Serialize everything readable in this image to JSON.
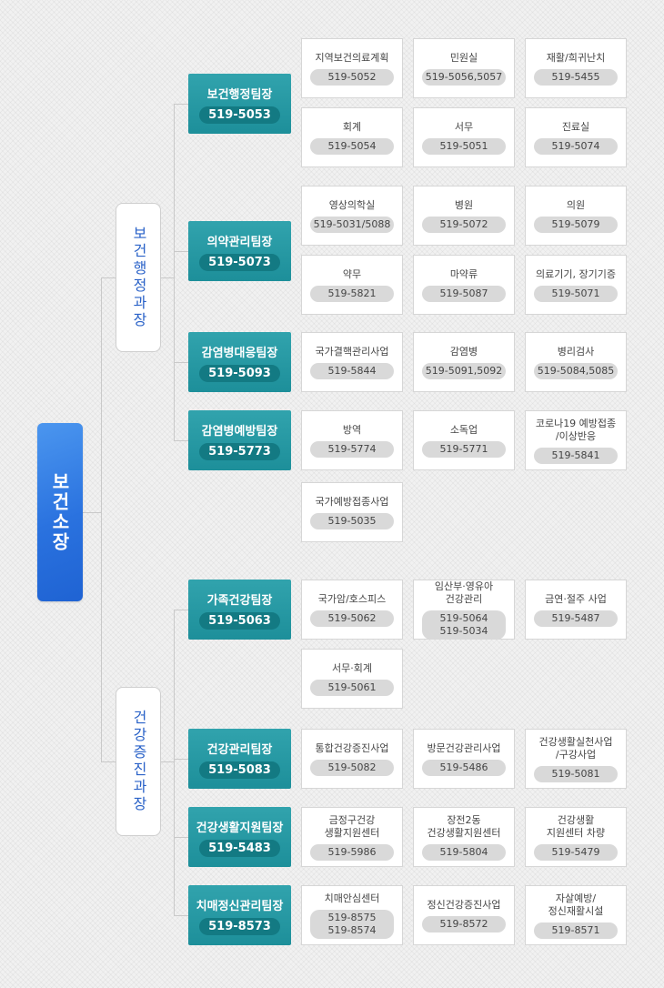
{
  "root": {
    "label": "보건소장"
  },
  "departments": [
    {
      "label": "보건행정과장",
      "teams": [
        {
          "name": "보건행정팀장",
          "phone": "519-5053",
          "items": [
            {
              "name": "지역보건의료계획",
              "phone": "519-5052"
            },
            {
              "name": "민원실",
              "phone": "519-5056,5057"
            },
            {
              "name": "재활/희귀난치",
              "phone": "519-5455"
            },
            {
              "name": "회계",
              "phone": "519-5054"
            },
            {
              "name": "서무",
              "phone": "519-5051"
            },
            {
              "name": "진료실",
              "phone": "519-5074"
            }
          ]
        },
        {
          "name": "의약관리팀장",
          "phone": "519-5073",
          "items": [
            {
              "name": "영상의학실",
              "phone": "519-5031/5088"
            },
            {
              "name": "병원",
              "phone": "519-5072"
            },
            {
              "name": "의원",
              "phone": "519-5079"
            },
            {
              "name": "약무",
              "phone": "519-5821"
            },
            {
              "name": "마약류",
              "phone": "519-5087"
            },
            {
              "name": "의료기기, 장기기증",
              "phone": "519-5071"
            }
          ]
        },
        {
          "name": "감염병대응팀장",
          "phone": "519-5093",
          "items": [
            {
              "name": "국가결핵관리사업",
              "phone": "519-5844"
            },
            {
              "name": "감염병",
              "phone": "519-5091,5092"
            },
            {
              "name": "병리검사",
              "phone": "519-5084,5085"
            }
          ]
        },
        {
          "name": "감염병예방팀장",
          "phone": "519-5773",
          "items": [
            {
              "name": "방역",
              "phone": "519-5774"
            },
            {
              "name": "소독업",
              "phone": "519-5771"
            },
            {
              "name": "코로나19 예방접종\n/이상반응",
              "phone": "519-5841"
            },
            {
              "name": "국가예방접종사업",
              "phone": "519-5035"
            }
          ]
        }
      ]
    },
    {
      "label": "건강증진과장",
      "teams": [
        {
          "name": "가족건강팀장",
          "phone": "519-5063",
          "items": [
            {
              "name": "국가암/호스피스",
              "phone": "519-5062"
            },
            {
              "name": "임산부·영유아\n건강관리",
              "phone": "519-5064\n519-5034"
            },
            {
              "name": "금연·절주 사업",
              "phone": "519-5487"
            },
            {
              "name": "서무·회계",
              "phone": "519-5061"
            }
          ]
        },
        {
          "name": "건강관리팀장",
          "phone": "519-5083",
          "items": [
            {
              "name": "통합건강증진사업",
              "phone": "519-5082"
            },
            {
              "name": "방문건강관리사업",
              "phone": "519-5486"
            },
            {
              "name": "건강생활실천사업\n/구강사업",
              "phone": "519-5081"
            }
          ]
        },
        {
          "name": "건강생활지원팀장",
          "phone": "519-5483",
          "items": [
            {
              "name": "금정구건강\n생활지원센터",
              "phone": "519-5986"
            },
            {
              "name": "장전2동\n건강생활지원센터",
              "phone": "519-5804"
            },
            {
              "name": "건강생활\n지원센터 차량",
              "phone": "519-5479"
            }
          ]
        },
        {
          "name": "치매정신관리팀장",
          "phone": "519-8573",
          "items": [
            {
              "name": "치매안심센터",
              "phone": "519-8575\n519-8574"
            },
            {
              "name": "정신건강증진사업",
              "phone": "519-8572"
            },
            {
              "name": "자살예방/\n정신재활시설",
              "phone": "519-8571"
            }
          ]
        }
      ]
    }
  ]
}
